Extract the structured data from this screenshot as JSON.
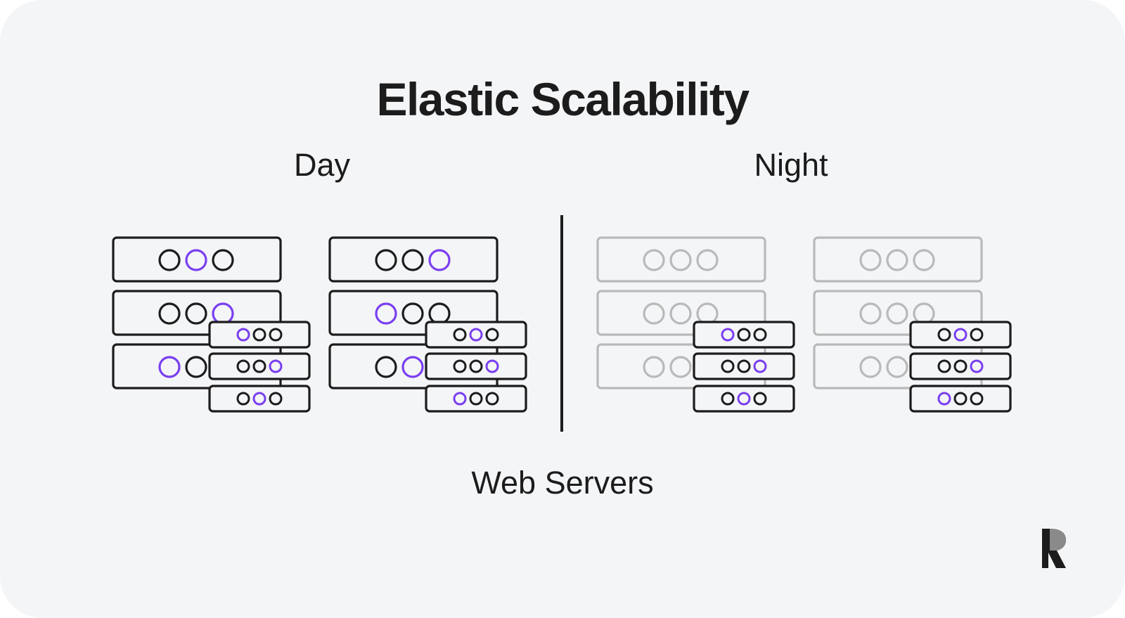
{
  "title": "Elastic Scalability",
  "sections": {
    "day": {
      "label": "Day"
    },
    "night": {
      "label": "Night"
    }
  },
  "footer_label": "Web Servers",
  "colors": {
    "background": "#f4f5f7",
    "ink": "#1c1c1c",
    "accent": "#7a3ff0",
    "inactive": "#b9b9b9"
  },
  "racks": [
    {
      "section": "day",
      "inactive": true,
      "big": [
        "k",
        "a",
        "k",
        "k",
        "k",
        "a",
        "a",
        "k"
      ],
      "small": [
        "a",
        "k",
        "k",
        "k",
        "k",
        "a",
        "k",
        "a",
        "k"
      ]
    },
    {
      "section": "day",
      "inactive": true,
      "big": [
        "k",
        "k",
        "a",
        "a",
        "k",
        "k",
        "k",
        "a"
      ],
      "small": [
        "k",
        "a",
        "k",
        "k",
        "k",
        "a",
        "a",
        "k",
        "k"
      ]
    },
    {
      "section": "night",
      "inactive": false,
      "big": [
        "g",
        "g",
        "g",
        "g",
        "g",
        "g",
        "g",
        "g"
      ],
      "small": [
        "a",
        "k",
        "k",
        "k",
        "k",
        "a",
        "k",
        "a",
        "k"
      ]
    },
    {
      "section": "night",
      "inactive": false,
      "big": [
        "g",
        "g",
        "g",
        "g",
        "g",
        "g",
        "g",
        "g"
      ],
      "small": [
        "k",
        "a",
        "k",
        "k",
        "k",
        "a",
        "a",
        "k",
        "k"
      ]
    }
  ],
  "icons": {
    "logo": "r-logo-icon",
    "divider": "section-divider"
  }
}
